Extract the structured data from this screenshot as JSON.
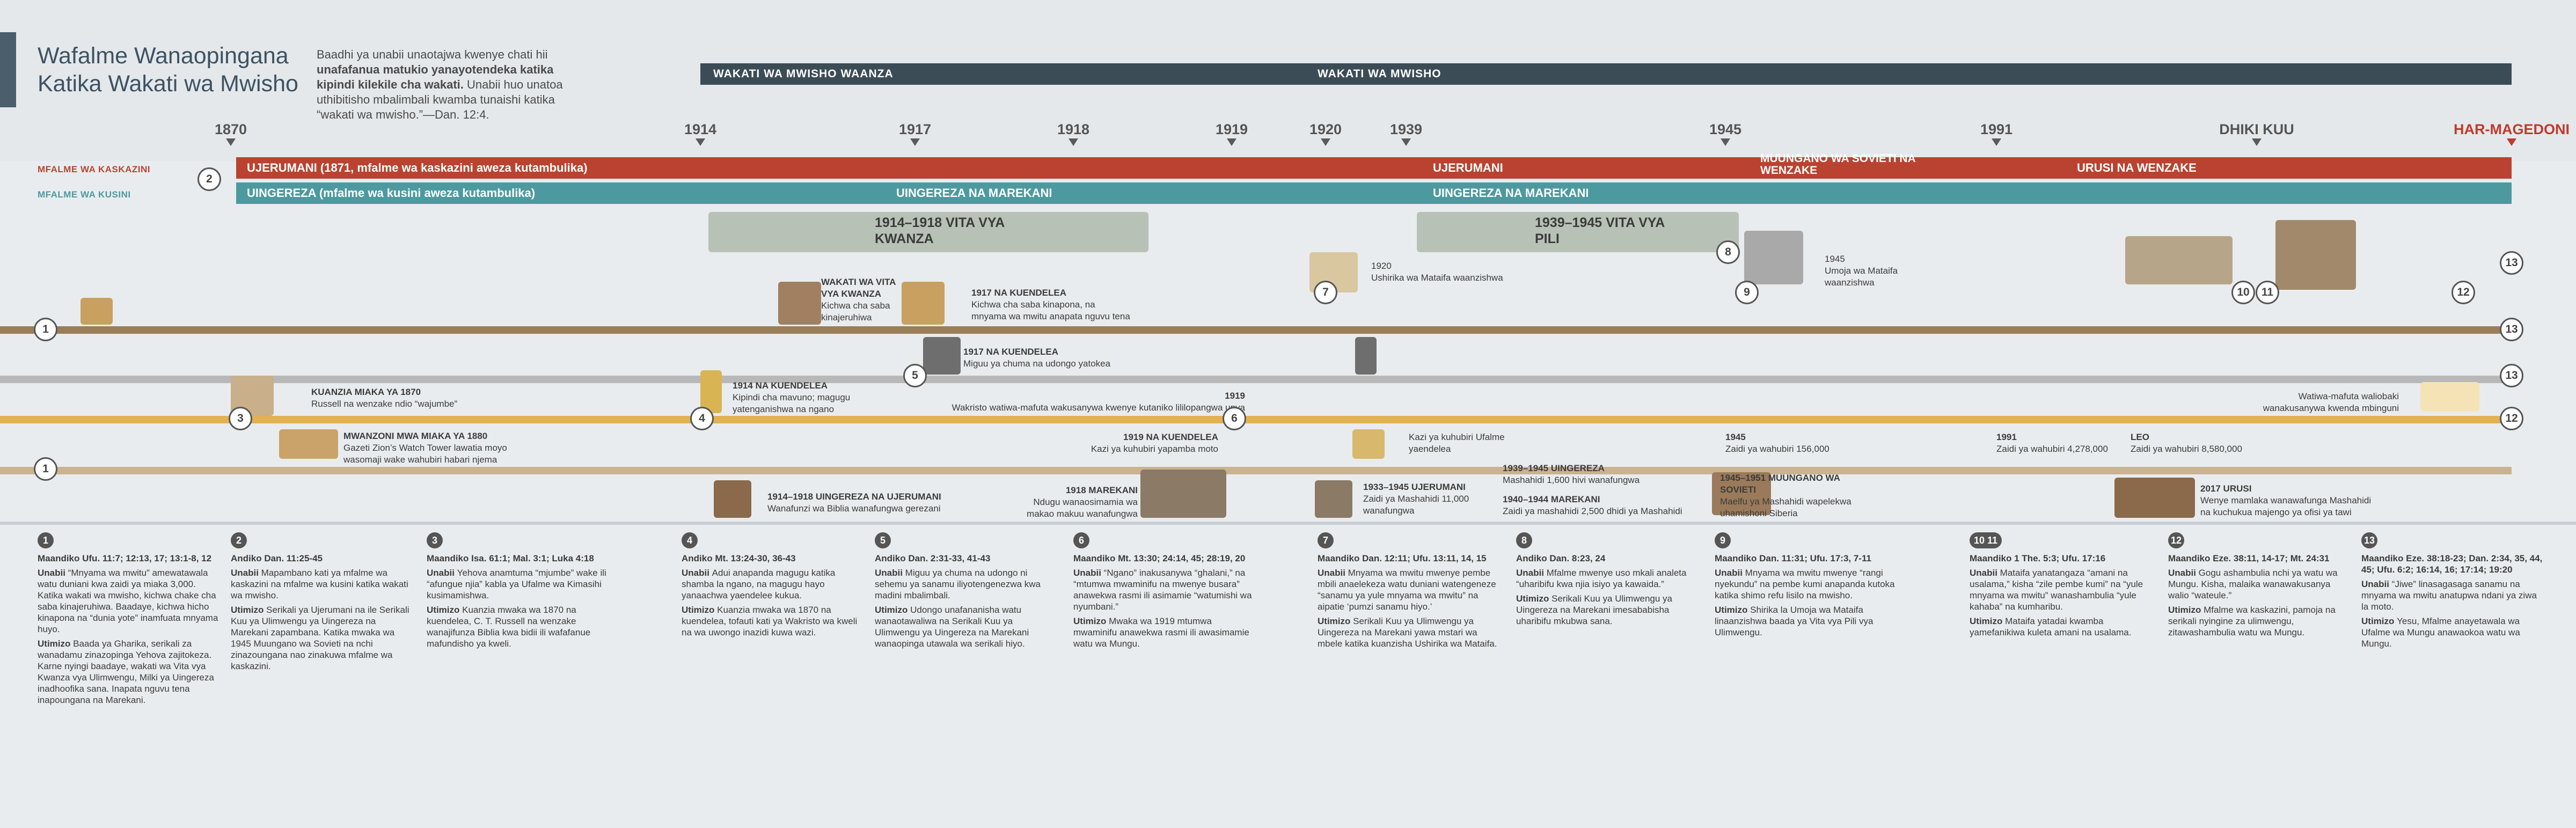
{
  "title": "Wafalme Wanaopingana Katika Wakati wa Mwisho",
  "intro": {
    "pre": "Baadhi ya unabii unaotajwa kwenye chati hii ",
    "bold": "unafafanua matukio yanayotendeka katika kipindi kilekile cha wakati.",
    "post": " Unabii huo unatoa uthibitisho mbalimbali kwamba tunaishi katika “wakati wa mwisho.”—Dan. 12:4."
  },
  "eras": {
    "end_time_start": "WAKATI WA MWISHO WAANZA",
    "end_time": "WAKATI WA MWISHO"
  },
  "years": [
    "1870",
    "1914",
    "1917",
    "1918",
    "1919",
    "1920",
    "1939",
    "1945",
    "1991",
    "DHIKI KUU",
    "HAR-MAGEDONI"
  ],
  "kings": {
    "north_label": "MFALME WA KASKAZINI",
    "south_label": "MFALME WA KUSINI",
    "north_1": "UJERUMANI (1871, mfalme wa kaskazini aweza kutambulika)",
    "north_2": "UJERUMANI",
    "north_3": "MUUNGANO WA SOVIETI NA WENZAKE",
    "north_4": "URUSI NA WENZAKE",
    "south_1": "UINGEREZA (mfalme wa kusini aweza kutambulika)",
    "south_2": "UINGEREZA NA MAREKANI",
    "south_3": "UINGEREZA NA MAREKANI"
  },
  "events": {
    "ww1": "1914–1918 VITA VYA KWANZA",
    "ww2": "1939–1945 VITA VYA PILI",
    "wakati_wa_vita": "WAKATI WA VITA VYA KWANZA",
    "wakati_wa_vita_sub": "Kichwa cha saba kinajeruhiwa",
    "kuendelea1917a": "1917 NA KUENDELEA",
    "kuendelea1917a_sub": "Kichwa cha saba kinapona, na mnyama wa mwitu anapata nguvu tena",
    "kuendelea1917b": "1917 NA KUENDELEA",
    "kuendelea1917b_sub": "Miguu ya chuma na udongo yatokea",
    "e1920": "1920",
    "e1920_sub": "Ushirika wa Mataifa waanzishwa",
    "e1945un": "1945",
    "e1945un_sub": "Umoja wa Mataifa waanzishwa",
    "kuanzia1870": "KUANZIA MIAKA YA 1870",
    "kuanzia1870_sub": "Russell na wenzake ndio “wajumbe”",
    "kuendelea1914": "1914 NA KUENDELEA",
    "kuendelea1914_sub": "Kipindi cha mavuno; magugu yatenganishwa na ngano",
    "e1919": "1919",
    "e1919_sub": "Wakristo watiwa-mafuta wakusanywa kwenye kutaniko lililopangwa upya",
    "watiwa": "Watiwa-mafuta waliobaki wanakusanywa kwenda mbinguni",
    "mwanzoni": "MWANZONI MWA MIAKA YA 1880",
    "mwanzoni_sub": "Gazeti Zion’s Watch Tower lawatia moyo wasomaji wake wahubiri habari njema",
    "kuendelea1919": "1919 NA KUENDELEA",
    "kuendelea1919_sub": "Kazi ya kuhubiri yapamba moto",
    "kazi": "Kazi ya kuhubiri Ufalme yaendelea",
    "e1945": "1945",
    "e1945_sub": "Zaidi ya wahubiri 156,000",
    "e1991": "1991",
    "e1991_sub": "Zaidi ya wahubiri 4,278,000",
    "leo": "LEO",
    "leo_sub": "Zaidi ya wahubiri 8,580,000",
    "e1914_18": "1914–1918 UINGEREZA NA UJERUMANI",
    "e1914_18_sub": "Wanafunzi wa Biblia wanafungwa gerezani",
    "e1918": "1918 MAREKANI",
    "e1918_sub": "Ndugu wanaosimamia wa makao makuu wanafungwa",
    "e1933": "1933–1945 UJERUMANI",
    "e1933_sub": "Zaidi ya Mashahidi 11,000 wanafungwa",
    "e1939": "1939–1945 UINGEREZA",
    "e1939_sub": "Mashahidi 1,600 hivi wanafungwa",
    "e1940": "1940–1944 MAREKANI",
    "e1940_sub": "Zaidi ya mashahidi 2,500 dhidi ya Mashahidi",
    "e1945_51": "1945–1951 MUUNGANO WA SOVIETI",
    "e1945_51_sub": "Maelfu ya Mashahidi wapelekwa uhamishoni Siberia",
    "e2017": "2017 URUSI",
    "e2017_sub": "Wenye mamlaka wanawafunga Mashahidi na kuchukua majengo ya ofisi ya tawi"
  },
  "notes": [
    {
      "n": "1",
      "ref": "Maandiko Ufu. 11:7; 12:13, 17; 13:1-8, 12",
      "unabii": "“Mnyama wa mwitu” amewatawala watu duniani kwa zaidi ya miaka 3,000. Katika wakati wa mwisho, kichwa chake cha saba kinajeruhiwa. Baadaye, kichwa hicho kinapona na “dunia yote” inamfuata mnyama huyo.",
      "utimizo": "Baada ya Gharika, serikali za wanadamu zinazopinga Yehova zajitokeza. Karne nyingi baadaye, wakati wa Vita vya Kwanza vya Ulimwengu, Milki ya Uingereza inadhoofika sana. Inapata nguvu tena inapoungana na Marekani."
    },
    {
      "n": "2",
      "ref": "Andiko Dan. 11:25-45",
      "unabii": "Mapambano kati ya mfalme wa kaskazini na mfalme wa kusini katika wakati wa mwisho.",
      "utimizo": "Serikali ya Ujerumani na ile Serikali Kuu ya Ulimwengu ya Uingereza na Marekani zapambana. Katika mwaka wa 1945 Muungano wa Sovieti na nchi zinazoungana nao zinakuwa mfalme wa kaskazini."
    },
    {
      "n": "3",
      "ref": "Maandiko Isa. 61:1; Mal. 3:1; Luka 4:18",
      "unabii": "Yehova anamtuma “mjumbe” wake ili “afungue njia” kabla ya Ufalme wa Kimasihi kusimamishwa.",
      "utimizo": "Kuanzia mwaka wa 1870 na kuendelea, C. T. Russell na wenzake wanajifunza Biblia kwa bidii ili wafafanue mafundisho ya kweli."
    },
    {
      "n": "4",
      "ref": "Andiko Mt. 13:24-30, 36-43",
      "unabii": "Adui anapanda magugu katika shamba la ngano, na magugu hayo yanaachwa yaendelee kukua.",
      "utimizo": "Kuanzia mwaka wa 1870 na kuendelea, tofauti kati ya Wakristo wa kweli na wa uwongo inazidi kuwa wazi."
    },
    {
      "n": "5",
      "ref": "Andiko Dan. 2:31-33, 41-43",
      "unabii": "Miguu ya chuma na udongo ni sehemu ya sanamu iliyotengenezwa kwa madini mbalimbali.",
      "utimizo": "Udongo unafananisha watu wanaotawaliwa na Serikali Kuu ya Ulimwengu ya Uingereza na Marekani wanaopinga utawala wa serikali hiyo."
    },
    {
      "n": "6",
      "ref": "Maandiko Mt. 13:30; 24:14, 45; 28:19, 20",
      "unabii": "“Ngano” inakusanywa “ghalani,” na “mtumwa mwaminifu na mwenye busara” anawekwa rasmi ili asimamie “watumishi wa nyumbani.”",
      "utimizo": "Mwaka wa 1919 mtumwa mwaminifu anawekwa rasmi ili awasimamie watu wa Mungu."
    },
    {
      "n": "7",
      "ref": "Maandiko Dan. 12:11; Ufu. 13:11, 14, 15",
      "unabii": "Mnyama wa mwitu mwenye pembe mbili anaelekeza watu duniani watengeneze “sanamu ya yule mnyama wa mwitu” na aipatie ‘pumzi sanamu hiyo.’",
      "utimizo": "Serikali Kuu ya Ulimwengu ya Uingereza na Marekani yawa mstari wa mbele katika kuanzisha Ushirika wa Mataifa."
    },
    {
      "n": "8",
      "ref": "Andiko Dan. 8:23, 24",
      "unabii": "Mfalme mwenye uso mkali analeta “uharibifu kwa njia isiyo ya kawaida.”",
      "utimizo": "Serikali Kuu ya Ulimwengu ya Uingereza na Marekani imesababisha uharibifu mkubwa sana."
    },
    {
      "n": "9",
      "ref": "Maandiko Dan. 11:31; Ufu. 17:3, 7-11",
      "unabii": "Mnyama wa mwitu mwenye “rangi nyekundu” na pembe kumi anapanda kutoka katika shimo refu lisilo na mwisho.",
      "utimizo": "Shirika la Umoja wa Mataifa linaanzishwa baada ya Vita vya Pili vya Ulimwengu."
    },
    {
      "n": "10 11",
      "ref": "Maandiko 1 The. 5:3; Ufu. 17:16",
      "unabii": "Mataifa yanatangaza “amani na usalama,” kisha “zile pembe kumi” na “yule mnyama wa mwitu” wanashambulia “yule kahaba” na kumharibu.",
      "utimizo": "Mataifa yatadai kwamba yamefanikiwa kuleta amani na usalama."
    },
    {
      "n": "12",
      "ref": "Maandiko Eze. 38:11, 14-17; Mt. 24:31",
      "unabii": "Gogu ashambulia nchi ya watu wa Mungu. Kisha, malaika wanawakusanya walio “wateule.”",
      "utimizo": "Mfalme wa kaskazini, pamoja na serikali nyingine za ulimwengu, zitawashambulia watu wa Mungu."
    },
    {
      "n": "13",
      "ref": "Maandiko Eze. 38:18-23; Dan. 2:34, 35, 44, 45; Ufu. 6:2; 16:14, 16; 17:14; 19:20",
      "unabii": "“Jiwe” linasagasaga sanamu na mnyama wa mwitu anatupwa ndani ya ziwa la moto.",
      "utimizo": "Yesu, Mfalme anayetawala wa Ufalme wa Mungu anawaokoa watu wa Mungu."
    }
  ],
  "colors": {
    "north": "#b94330",
    "south": "#4c9aa0",
    "lane_brown": "#9a7e5a",
    "lane_gold": "#e2b150",
    "dark": "#3c4c56"
  },
  "labels": {
    "maandiko": "Maandiko",
    "unabii": "Unabii",
    "utimizo": "Utimizo"
  }
}
